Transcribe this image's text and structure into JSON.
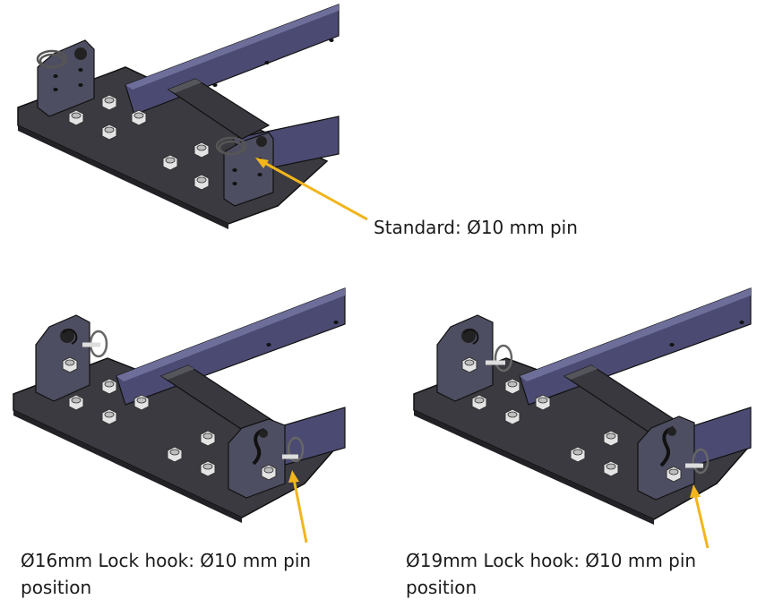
{
  "figures": [
    {
      "id": "standard",
      "caption_lines": [
        "Standard: Ø10 mm pin"
      ]
    },
    {
      "id": "lock16",
      "caption_lines": [
        "Ø16mm Lock hook: Ø10 mm pin",
        "position"
      ]
    },
    {
      "id": "lock19",
      "caption_lines": [
        "Ø19mm Lock hook: Ø10 mm pin",
        "position"
      ]
    }
  ],
  "colors": {
    "plate": "#3b3b42",
    "plate_top": "#4a4a52",
    "rail": "#4b4a72",
    "rail_top": "#6a6a95",
    "bracket": "#55556e",
    "nut": "#d9d9d9",
    "arrow": "#f2b51c"
  }
}
